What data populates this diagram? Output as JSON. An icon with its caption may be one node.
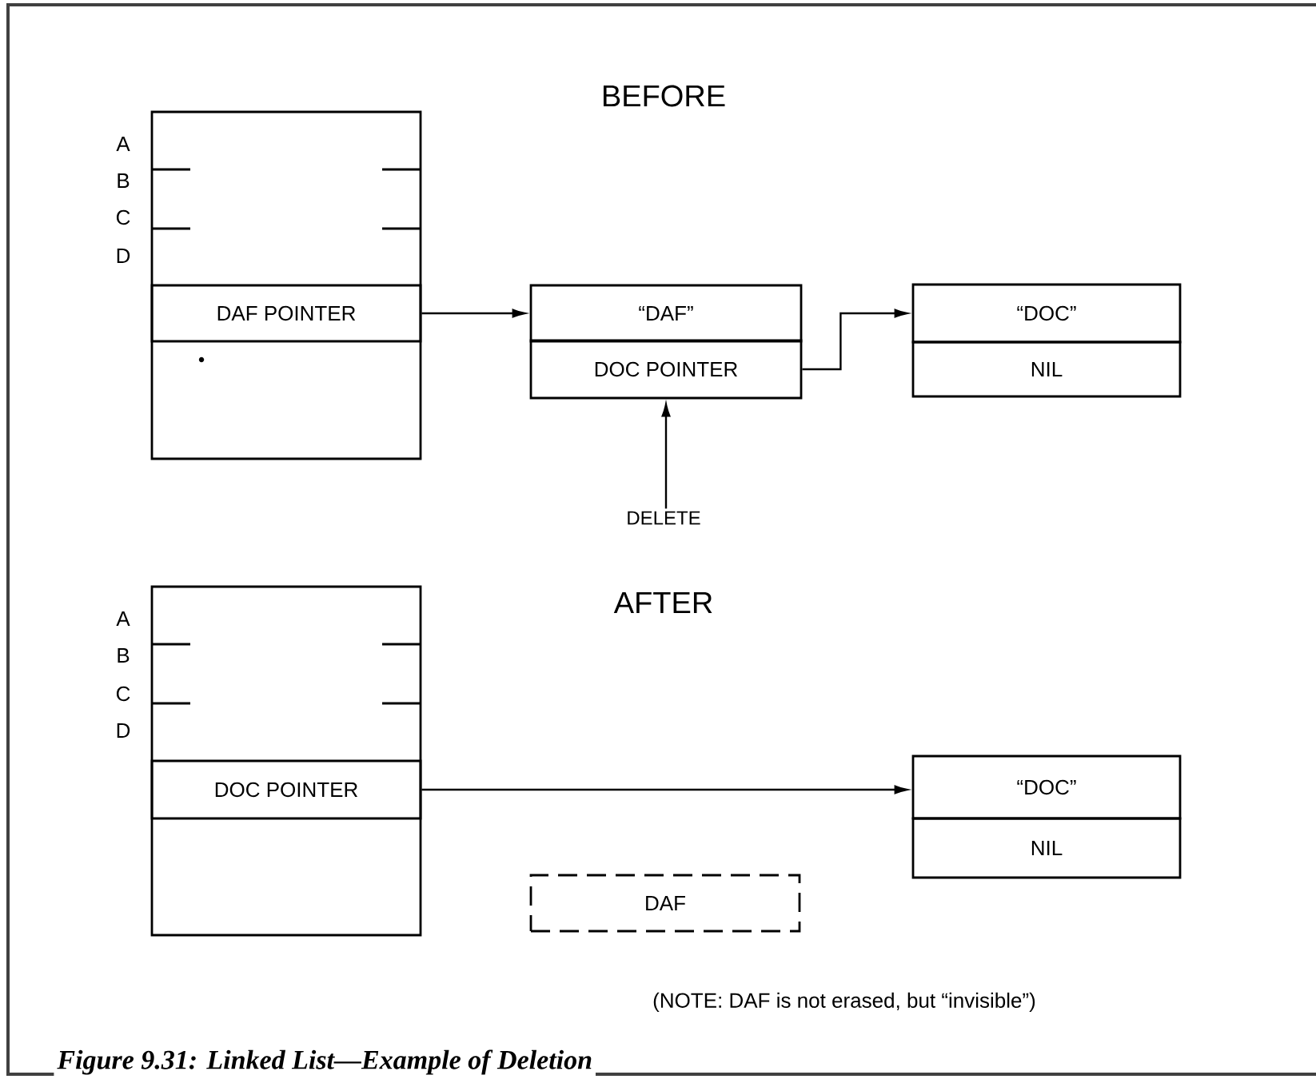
{
  "diagram": {
    "caption": "Figure 9.31: Linked List—Example of Deletion",
    "nodes": [
      {
        "text": [],
        "shape": "box"
      },
      {
        "text": [
          "DAF POINTER"
        ],
        "in": 0
      },
      {
        "text": [
          "“DAF”"
        ]
      },
      {
        "text": [
          "DOC POINTER"
        ]
      },
      {
        "text": [
          "“DOC”"
        ]
      },
      {
        "text": [
          "NIL"
        ]
      },
      {
        "text": [
          "DELETE"
        ]
      },
      {
        "text": [],
        "shape": "box"
      },
      {
        "text": [
          "DOC POINTER"
        ],
        "in": 7
      },
      {
        "text": [
          "“DOC”"
        ]
      },
      {
        "text": [
          "NIL"
        ]
      },
      {
        "text": [
          "DAF"
        ]
      }
    ],
    "edges": [
      {
        "from": 1,
        "to": 2,
        "arrow": "to"
      },
      {
        "from": 3,
        "to": 4,
        "arrow": "to"
      },
      {
        "from": 6,
        "to": 3,
        "arrow": "to"
      },
      {
        "from": 8,
        "to": 9,
        "arrow": "to"
      }
    ],
    "labels": [
      "BEFORE",
      "A",
      "B",
      "C",
      "D",
      "AFTER",
      "A",
      "B",
      "C",
      "D",
      "(NOTE: DAF is not erased, but “invisible”)"
    ]
  }
}
